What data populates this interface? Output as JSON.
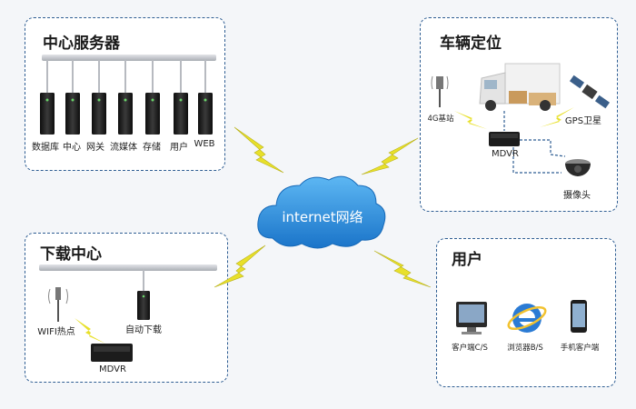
{
  "center": {
    "label": "internet网络"
  },
  "server_panel": {
    "title": "中心服务器",
    "servers": [
      "数据库",
      "中心",
      "网关",
      "流媒体",
      "存储",
      "用户",
      "WEB"
    ]
  },
  "vehicle_panel": {
    "title": "车辆定位",
    "labels": {
      "base_station": "4G基站",
      "gps": "GPS卫星",
      "mdvr": "MDVR",
      "camera": "摄像头"
    }
  },
  "download_panel": {
    "title": "下载中心",
    "labels": {
      "wifi": "WIFI热点",
      "auto_download": "自动下载",
      "mdvr": "MDVR"
    }
  },
  "user_panel": {
    "title": "用户",
    "labels": {
      "client_cs": "客户端C/S",
      "browser_bs": "浏览器B/S",
      "mobile_client": "手机客户端"
    }
  },
  "colors": {
    "border": "#2f5e93",
    "cloud": "#2a8ee0",
    "bolt": "#e8e02a",
    "rail": "#c8cbd0"
  }
}
